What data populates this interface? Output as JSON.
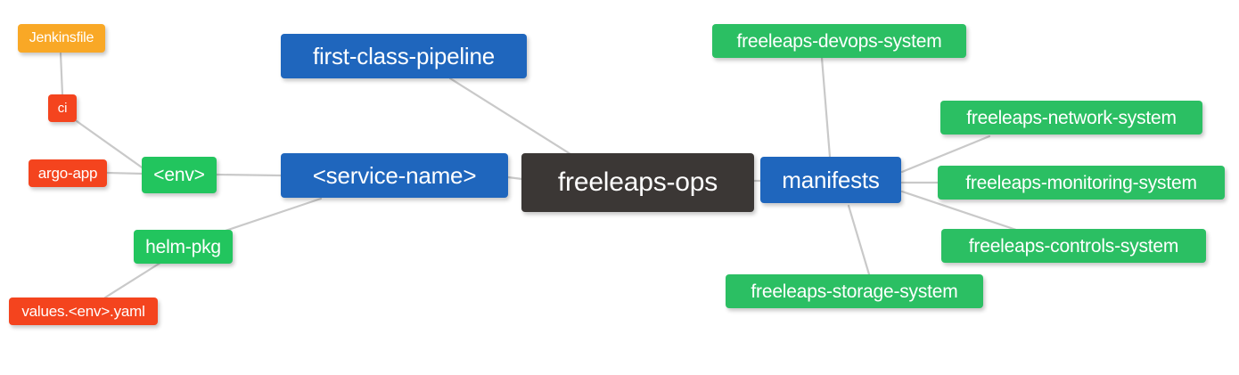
{
  "diagram": {
    "type": "mind-map",
    "title": "freeleaps-ops repository structure",
    "background": "#ffffff",
    "edge_color": "#c9c9c9",
    "palette": {
      "root_dark": "#3b3735",
      "blue": "#1f66bd",
      "green": "#22c55e",
      "green_alt": "#2bbf63",
      "red": "#f4441e",
      "orange": "#f9a826",
      "text": "#ffffff"
    }
  },
  "nodes": {
    "root": {
      "label": "freeleaps-ops",
      "color": "#3b3735",
      "level": 0
    },
    "first_class_pipeline": {
      "label": "first-class-pipeline",
      "color": "#1f66bd",
      "level": 1
    },
    "service_name": {
      "label": "<service-name>",
      "color": "#1f66bd",
      "level": 1
    },
    "manifests": {
      "label": "manifests",
      "color": "#1f66bd",
      "level": 1
    },
    "env": {
      "label": "<env>",
      "color": "#22c55e",
      "level": 2
    },
    "helm_pkg": {
      "label": "helm-pkg",
      "color": "#22c55e",
      "level": 2
    },
    "ci": {
      "label": "ci",
      "color": "#f4441e",
      "level": 3
    },
    "argo_app": {
      "label": "argo-app",
      "color": "#f4441e",
      "level": 3
    },
    "values_yaml": {
      "label": "values.<env>.yaml",
      "color": "#f4441e",
      "level": 3
    },
    "jenkinsfile": {
      "label": "Jenkinsfile",
      "color": "#f9a826",
      "level": 4
    },
    "devops_system": {
      "label": "freeleaps-devops-system",
      "color": "#22c55e",
      "level": 2
    },
    "network_system": {
      "label": "freeleaps-network-system",
      "color": "#22c55e",
      "level": 2
    },
    "monitoring_system": {
      "label": "freeleaps-monitoring-system",
      "color": "#22c55e",
      "level": 2
    },
    "controls_system": {
      "label": "freeleaps-controls-system",
      "color": "#22c55e",
      "level": 2
    },
    "storage_system": {
      "label": "freeleaps-storage-system",
      "color": "#22c55e",
      "level": 2
    }
  },
  "edges": [
    {
      "from": "root",
      "to": "service_name"
    },
    {
      "from": "root",
      "to": "first_class_pipeline"
    },
    {
      "from": "root",
      "to": "manifests"
    },
    {
      "from": "service_name",
      "to": "env"
    },
    {
      "from": "service_name",
      "to": "helm_pkg"
    },
    {
      "from": "env",
      "to": "ci"
    },
    {
      "from": "env",
      "to": "argo_app"
    },
    {
      "from": "ci",
      "to": "jenkinsfile"
    },
    {
      "from": "helm_pkg",
      "to": "values_yaml"
    },
    {
      "from": "manifests",
      "to": "devops_system"
    },
    {
      "from": "manifests",
      "to": "network_system"
    },
    {
      "from": "manifests",
      "to": "monitoring_system"
    },
    {
      "from": "manifests",
      "to": "controls_system"
    },
    {
      "from": "manifests",
      "to": "storage_system"
    }
  ]
}
